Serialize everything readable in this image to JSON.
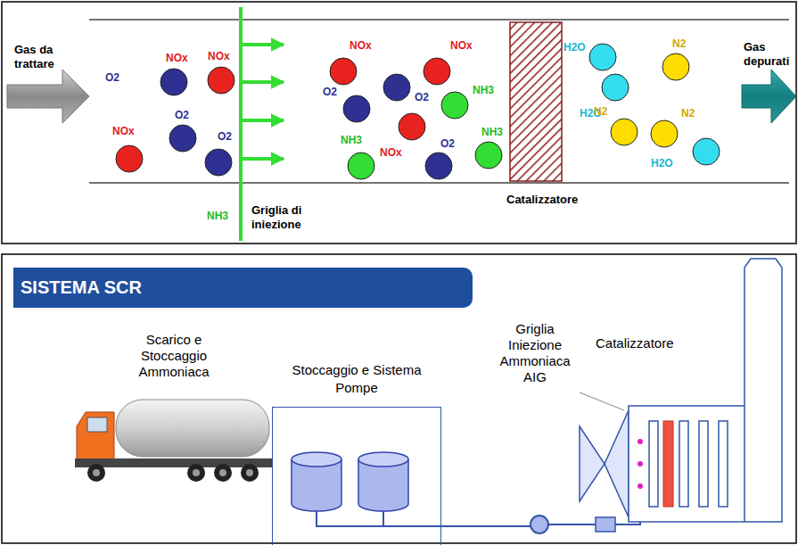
{
  "diagram": {
    "title": "SISTEMA SCR",
    "nodes": [
      {
        "text": [
          "Stoccaggio e Sistema Pompe"
        ]
      }
    ],
    "labels": [
      "Gas da trattare",
      "O2",
      "NOx",
      "NOx",
      "NOx",
      "O2",
      "O2",
      "NOx",
      "NOx",
      "O2",
      "O2",
      "NH3",
      "NH3",
      "NOx",
      "O2",
      "NH3",
      "H2O",
      "H2O",
      "N2",
      "N2",
      "N2",
      "H2O",
      "Gas depurati",
      "NH3",
      "Griglia di iniezione",
      "Catalizzatore",
      "Scarico e Stoccaggio Ammoniaca",
      "Griglia Iniezione Ammoniaca AIG",
      "Catalizzatore"
    ]
  }
}
